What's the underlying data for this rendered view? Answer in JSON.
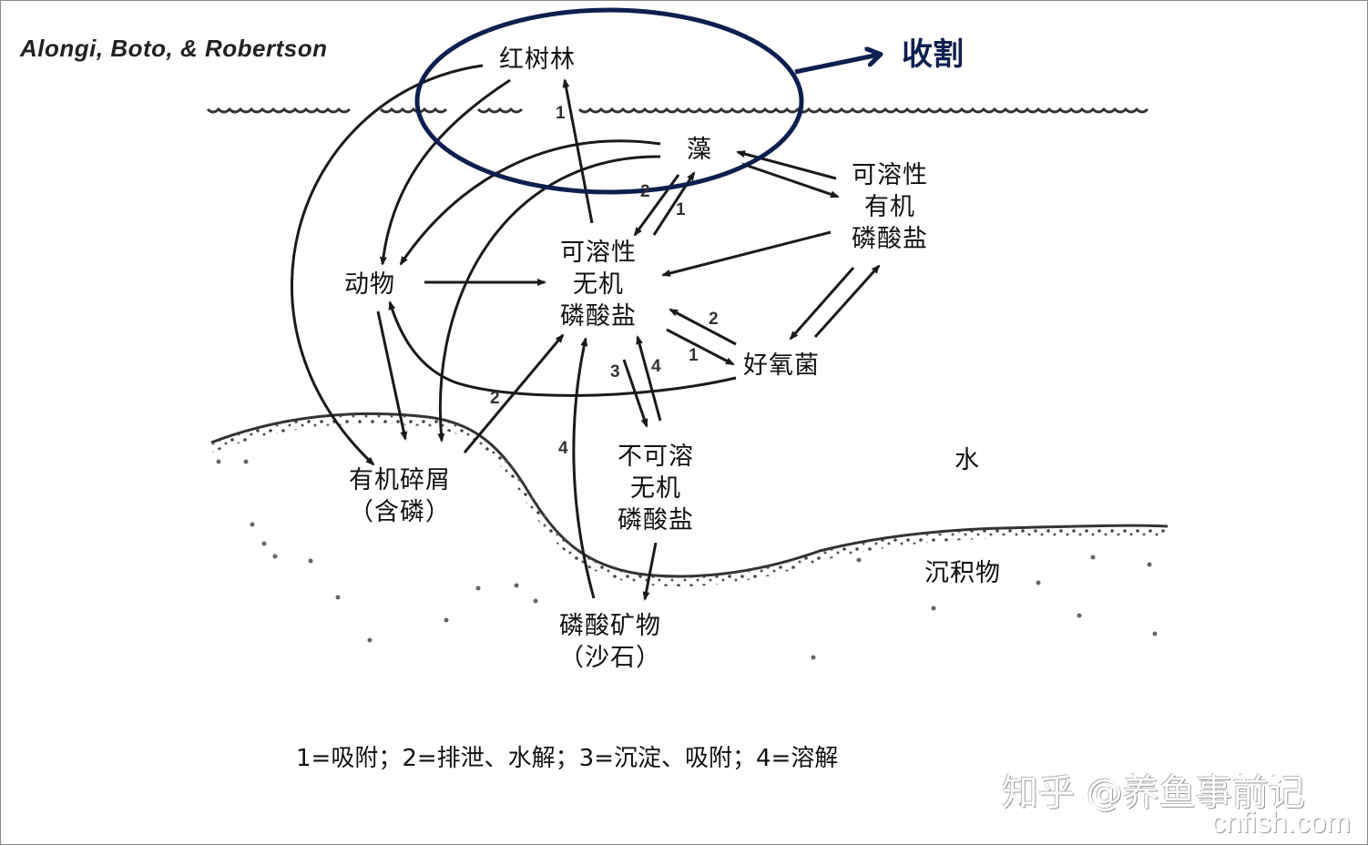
{
  "credit": "Alongi, Boto, & Robertson",
  "harvest_label": "收割",
  "nodes": {
    "mangrove": "红树林",
    "algae": "藻",
    "dissolved_organic": [
      "可溶性",
      "有机",
      "磷酸盐"
    ],
    "animals": "动物",
    "dissolved_inorganic": [
      "可溶性",
      "无机",
      "磷酸盐"
    ],
    "aerobic_bacteria": "好氧菌",
    "organic_detritus": [
      "有机碎屑",
      "（含磷）"
    ],
    "insoluble_inorganic": [
      "不可溶",
      "无机",
      "磷酸盐"
    ],
    "phosphate_minerals": [
      "磷酸矿物",
      "（沙石）"
    ],
    "water": "水",
    "sediment": "沉积物"
  },
  "arrow_numbers": {
    "inorganic_to_mangrove": "1",
    "algae_to_inorganic": "2",
    "inorganic_to_algae": "1",
    "detritus_to_inorganic": "2",
    "bacteria_to_inorganic": "2",
    "inorganic_to_bacteria": "1",
    "inorganic_to_insoluble": "3",
    "insoluble_to_inorganic": "4",
    "minerals_to_inorganic": "4"
  },
  "legend": "1=吸附；2=排泄、水解；3=沉淀、吸附；4=溶解",
  "watermark": {
    "line1": "知乎 @养鱼事前记",
    "line2": "cnfish.com"
  },
  "colors": {
    "ellipse": "#0d1f4f",
    "lines": "#1a1a1a",
    "text": "#111111"
  }
}
